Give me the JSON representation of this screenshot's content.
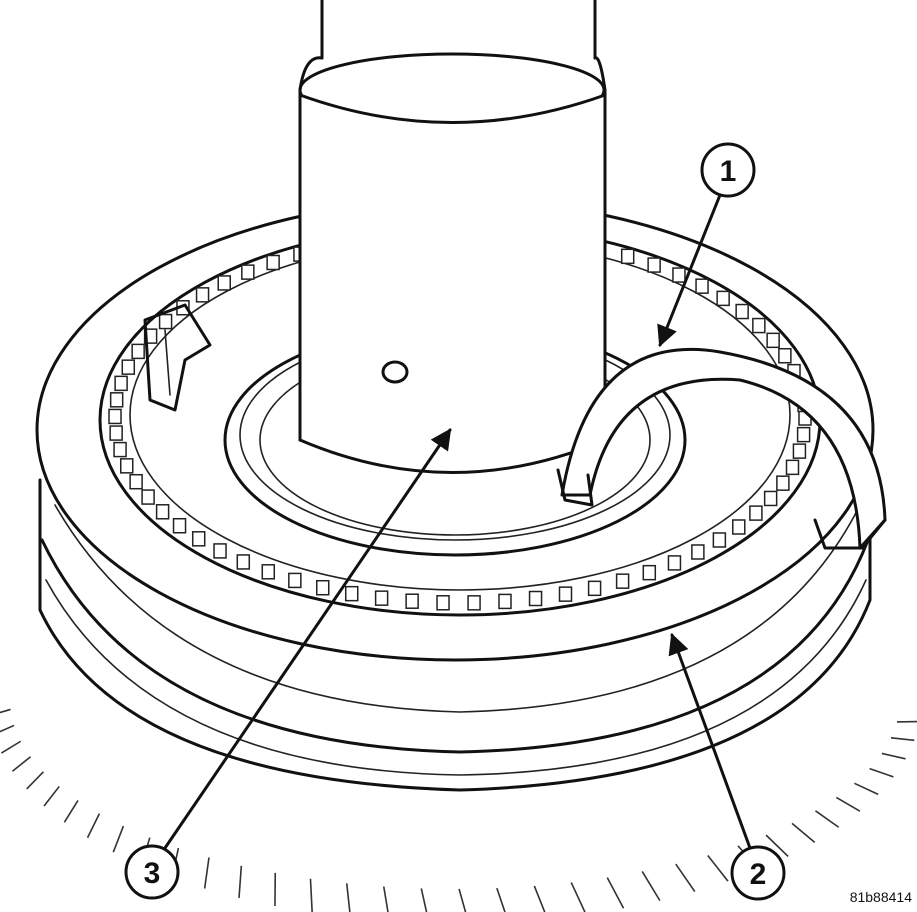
{
  "callouts": [
    {
      "id": "1",
      "label": "1"
    },
    {
      "id": "2",
      "label": "2"
    },
    {
      "id": "3",
      "label": "3"
    }
  ],
  "figure_id": "81b88414",
  "colors": {
    "line": "#111111",
    "background": "#ffffff"
  }
}
